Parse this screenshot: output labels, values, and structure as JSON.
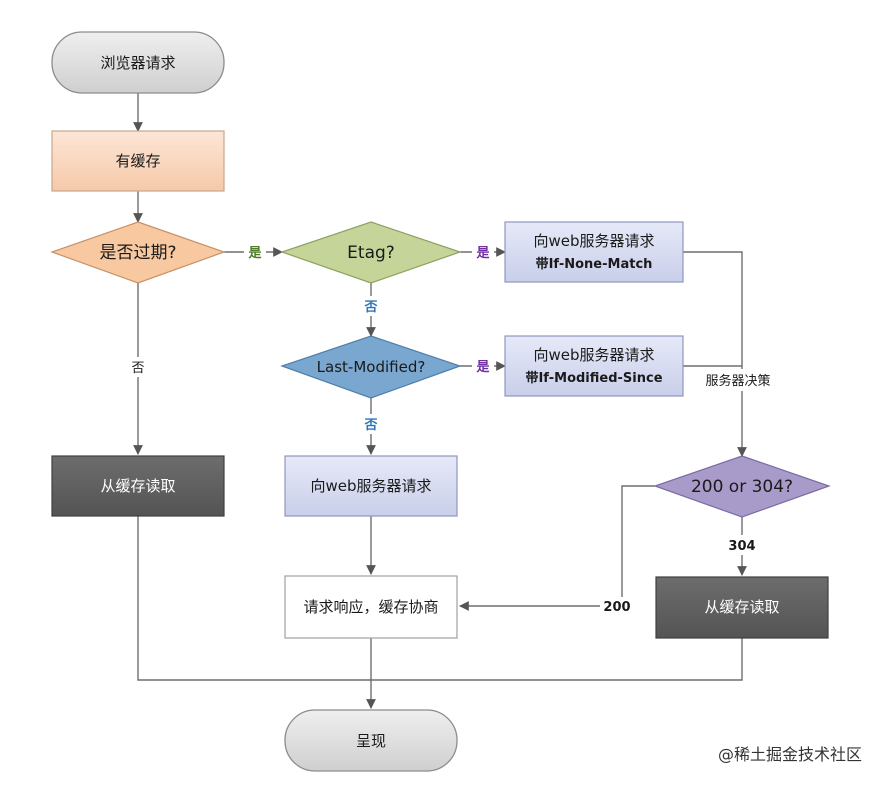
{
  "nodes": {
    "browser_request": "浏览器请求",
    "has_cache": "有缓存",
    "expired": "是否过期?",
    "etag": "Etag?",
    "last_modified": "Last-Modified?",
    "req_none_match_line1": "向web服务器请求",
    "req_none_match_line2": "带If-None-Match",
    "req_modified_since_line1": "向web服务器请求",
    "req_modified_since_line2": "带If-Modified-Since",
    "read_cache_left": "从缓存读取",
    "web_request": "向web服务器请求",
    "status_check": "200 or 304?",
    "read_cache_right": "从缓存读取",
    "negotiate": "请求响应，缓存协商",
    "render": "呈现"
  },
  "edges": {
    "yes_expired": "是",
    "yes_etag": "是",
    "yes_last_modified": "是",
    "no_expired": "否",
    "no_etag": "否",
    "no_last_modified": "否",
    "server_decision": "服务器决策",
    "code_304": "304",
    "code_200": "200"
  },
  "watermark": "@稀土掘金技术社区",
  "colors": {
    "terminal_fill": "#d9d9d9",
    "cache_fill": "#f9d6bd",
    "expired_fill": "#f8c9a0",
    "etag_fill": "#c5d59a",
    "last_modified_fill": "#7aa7cf",
    "request_fill": "#d5d9f0",
    "dark_fill": "#5f5f5f",
    "status_fill": "#a99bc9",
    "yes_green": "#4f7a28",
    "yes_purple": "#7030a0",
    "no_blue": "#2e75b6"
  }
}
